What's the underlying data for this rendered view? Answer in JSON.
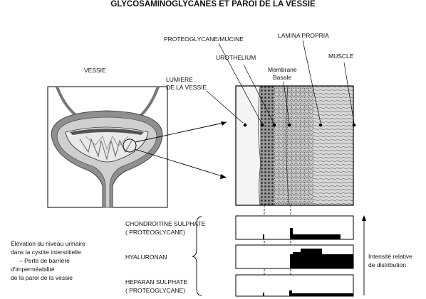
{
  "title": "GLYCOSAMINOGLYCANES ET PAROI DE LA VESSIE",
  "labels": {
    "vessie": "VESSIE",
    "lumiere_1": "LUMIERE",
    "lumiere_2": "DE LA VESSIE",
    "proteoglycane": "PROTEOGLYCANE/MUCINE",
    "urothelium": "UROTHELIUM",
    "membrane_1": "Membrane",
    "membrane_2": "Basale",
    "lamina": "LAMINA PROPRIA",
    "muscle": "MUSCLE"
  },
  "rows": [
    {
      "line1": "CHONDROITINE SULPHATE",
      "line2": "( PROTEOGLYCANE)"
    },
    {
      "line1": "HYALURONAN",
      "line2": ""
    },
    {
      "line1": "HEPARAN SULPHATE",
      "line2": "( PROTEOGLYCANE)"
    }
  ],
  "left_note": [
    "Élévation  du niveau urinaire",
    "dans la cystite interstitielle",
    "– Perte de barrière",
    "d'imperméabilité",
    "de la paroi de la vessie"
  ],
  "axis_label": [
    "Intensité relative",
    "de distribution"
  ]
}
